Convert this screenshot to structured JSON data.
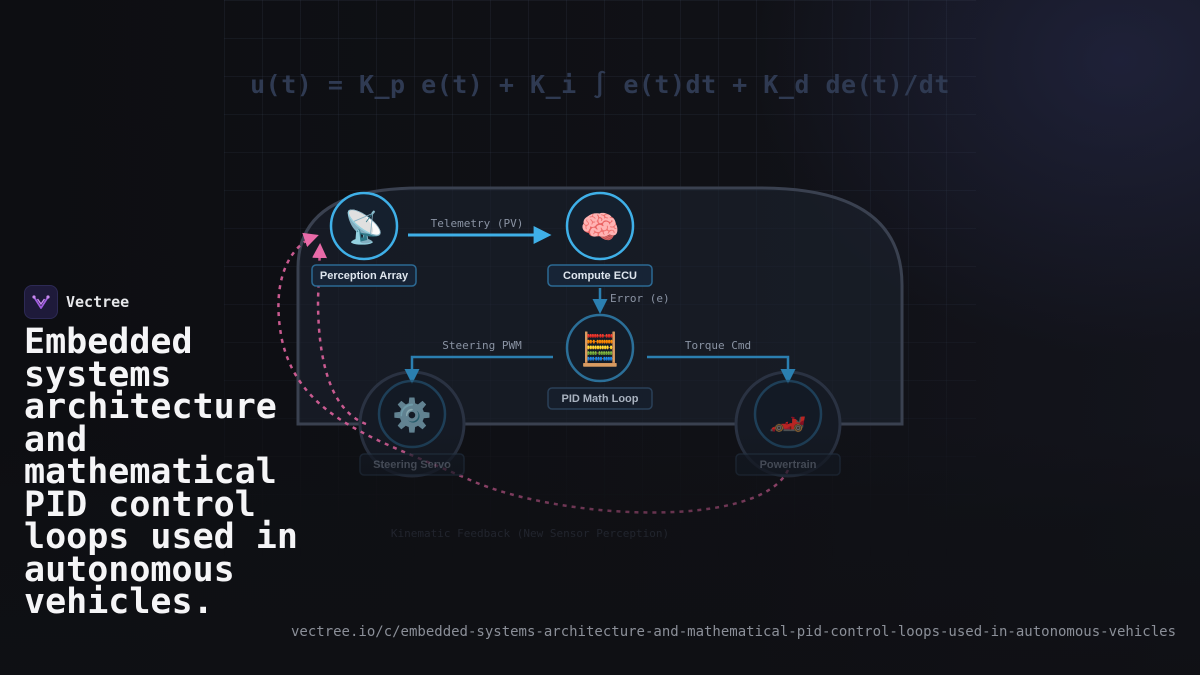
{
  "formula": "u(t) = K_p e(t) + K_i ∫ e(t)dt + K_d de(t)/dt",
  "nodes": {
    "perception": {
      "label": "Perception Array",
      "icon": "satellite-antenna-icon",
      "glyph": "📡"
    },
    "ecu": {
      "label": "Compute ECU",
      "icon": "brain-icon",
      "glyph": "🧠"
    },
    "pid": {
      "label": "PID Math Loop",
      "icon": "abacus-icon",
      "glyph": "🧮"
    },
    "steering": {
      "label": "Steering Servo",
      "icon": "gear-icon",
      "glyph": "⚙️"
    },
    "powertrain": {
      "label": "Powertrain",
      "icon": "race-car-icon",
      "glyph": "🏎️"
    }
  },
  "edges": {
    "telemetry": "Telemetry (PV)",
    "error": "Error (e)",
    "steering_pwm": "Steering PWM",
    "torque_cmd": "Torque Cmd",
    "feedback": "Kinematic Feedback (New Sensor Perception)"
  },
  "colors": {
    "accent_blue": "#3fb0e8",
    "edge_blue": "#2b7fb0",
    "feedback_pink": "#e0659e",
    "brand_purple": "#a05de0"
  },
  "brand": {
    "name": "Vectree"
  },
  "headline": "Embedded systems architecture and mathematical PID control loops used in autonomous vehicles.",
  "url": "vectree.io/c/embedded-systems-architecture-and-mathematical-pid-control-loops-used-in-autonomous-vehicles"
}
